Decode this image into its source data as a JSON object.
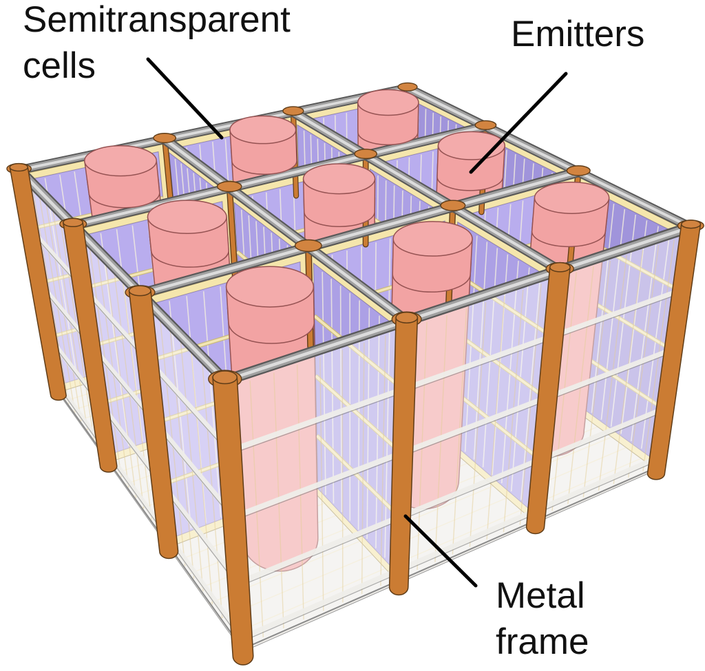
{
  "figure": {
    "background": "#ffffff",
    "annotations": {
      "cells": {
        "lines": [
          "Semitransparent",
          "cells"
        ]
      },
      "emitters": {
        "lines": [
          "Emitters"
        ]
      },
      "frame": {
        "lines": [
          "Metal",
          "frame"
        ]
      }
    },
    "grid": {
      "rows": 3,
      "cols": 3
    },
    "colors": {
      "panel_bright": "#B9ADEE",
      "panel_mid": "#ACA0E5",
      "panel_dark": "#A094DB",
      "panel_stripe": "rgba(242,238,222,0.8)",
      "panel_edge": "rgba(70,60,120,0.45)",
      "frame_yellow": "#F5E6AC",
      "frame_yellow_edge": "#A3905A",
      "frame_rail": "#F3E6B4",
      "frame_rail_edge": "#C9B97E",
      "emitter": "#F2A3A3",
      "emitter_top": "#F3ABAB",
      "emitter_edge": "#955252",
      "metal": "#CB7C33",
      "metal_cap": "#D28440",
      "metal_edge": "#5E3C18",
      "rail_dark": "#585858",
      "rail_mid": "#A0A0A0",
      "rail_light": "#DCDCDC",
      "glass_fill": "rgba(252,252,253,0.45)",
      "glass_edge": "#8F8F8F",
      "glass_stripe": "rgba(228,206,150,0.5)",
      "glass_bar": "rgba(238,237,233,0.95)",
      "glass_bar_edge": "rgba(120,120,120,0.6)",
      "glass_mullion": "#B5B5B5",
      "glass_mullion_edge": "#6E6E6E",
      "floor": "#EFEDE9",
      "floor_stripe": "rgba(238,222,170,0.55)",
      "leader": "#000000",
      "text": "#111111"
    }
  }
}
